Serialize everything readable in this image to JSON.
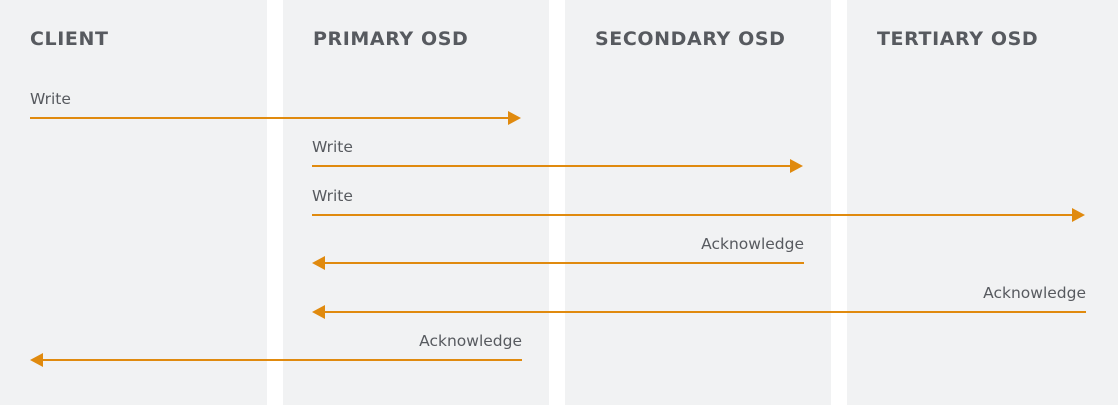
{
  "lanes": [
    {
      "title": "CLIENT"
    },
    {
      "title": "PRIMARY OSD"
    },
    {
      "title": "SECONDARY OSD"
    },
    {
      "title": "TERTIARY OSD"
    }
  ],
  "messages": [
    {
      "label": "Write",
      "from": 0,
      "to": 1
    },
    {
      "label": "Write",
      "from": 1,
      "to": 2
    },
    {
      "label": "Write",
      "from": 1,
      "to": 3
    },
    {
      "label": "Acknowledge",
      "from": 2,
      "to": 1
    },
    {
      "label": "Acknowledge",
      "from": 3,
      "to": 1
    },
    {
      "label": "Acknowledge",
      "from": 1,
      "to": 0
    }
  ],
  "colors": {
    "arrow": "#e08a0e",
    "lane_bg": "#f1f2f3",
    "text": "#575a5f"
  }
}
